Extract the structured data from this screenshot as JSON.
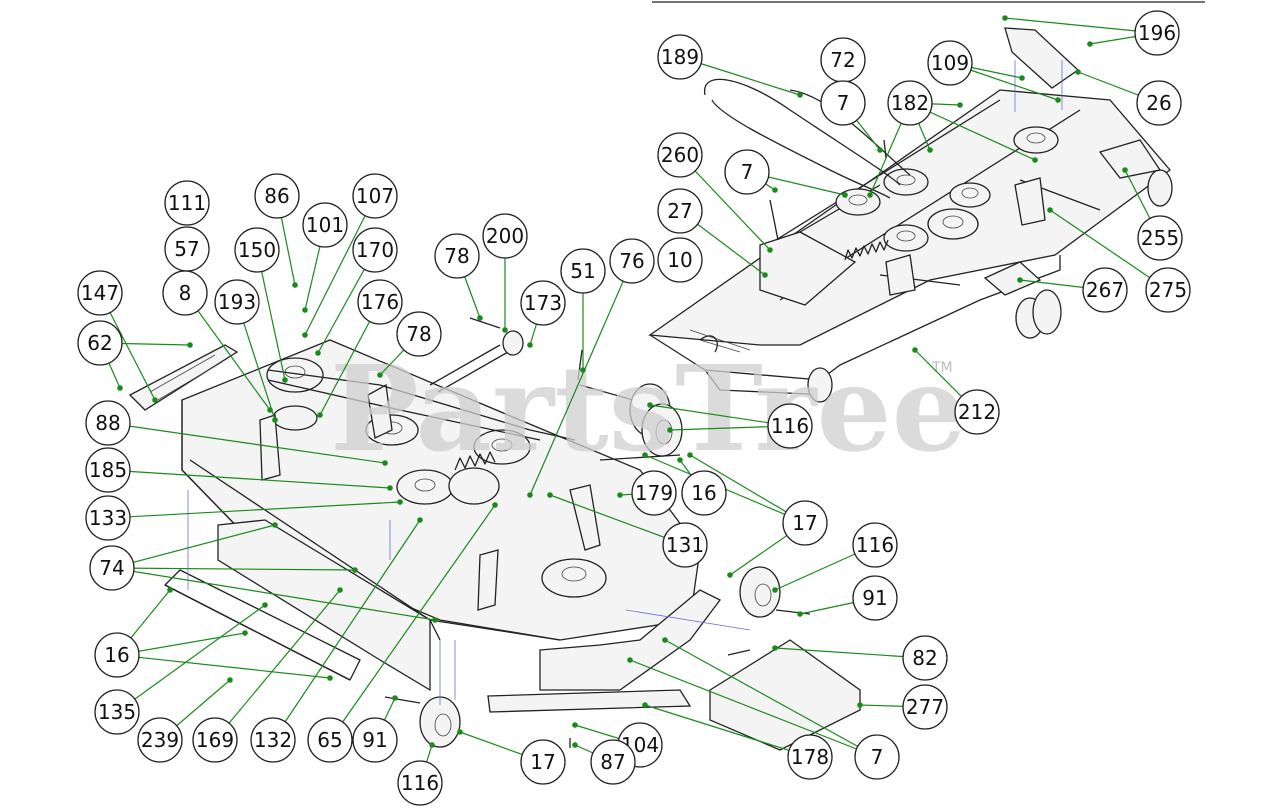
{
  "watermark": {
    "text": "PartsTree",
    "tm": "TM"
  },
  "colors": {
    "leader": "#1a8a1a",
    "outline": "#222222",
    "watermark": "#cfcfcf"
  },
  "callouts": [
    {
      "label": "196"
    },
    {
      "label": "189"
    },
    {
      "label": "72"
    },
    {
      "label": "109"
    },
    {
      "label": "26"
    },
    {
      "label": "7"
    },
    {
      "label": "182"
    },
    {
      "label": "260"
    },
    {
      "label": "7"
    },
    {
      "label": "255"
    },
    {
      "label": "27"
    },
    {
      "label": "10"
    },
    {
      "label": "275"
    },
    {
      "label": "267"
    },
    {
      "label": "212"
    },
    {
      "label": "111"
    },
    {
      "label": "86"
    },
    {
      "label": "107"
    },
    {
      "label": "57"
    },
    {
      "label": "101"
    },
    {
      "label": "150"
    },
    {
      "label": "170"
    },
    {
      "label": "200"
    },
    {
      "label": "78"
    },
    {
      "label": "147"
    },
    {
      "label": "8"
    },
    {
      "label": "193"
    },
    {
      "label": "176"
    },
    {
      "label": "51"
    },
    {
      "label": "76"
    },
    {
      "label": "173"
    },
    {
      "label": "62"
    },
    {
      "label": "78"
    },
    {
      "label": "116"
    },
    {
      "label": "88"
    },
    {
      "label": "185"
    },
    {
      "label": "179"
    },
    {
      "label": "16"
    },
    {
      "label": "133"
    },
    {
      "label": "17"
    },
    {
      "label": "131"
    },
    {
      "label": "74"
    },
    {
      "label": "116"
    },
    {
      "label": "91"
    },
    {
      "label": "16"
    },
    {
      "label": "82"
    },
    {
      "label": "277"
    },
    {
      "label": "135"
    },
    {
      "label": "239"
    },
    {
      "label": "169"
    },
    {
      "label": "132"
    },
    {
      "label": "65"
    },
    {
      "label": "91"
    },
    {
      "label": "104"
    },
    {
      "label": "17"
    },
    {
      "label": "87"
    },
    {
      "label": "178"
    },
    {
      "label": "7"
    },
    {
      "label": "116"
    }
  ]
}
